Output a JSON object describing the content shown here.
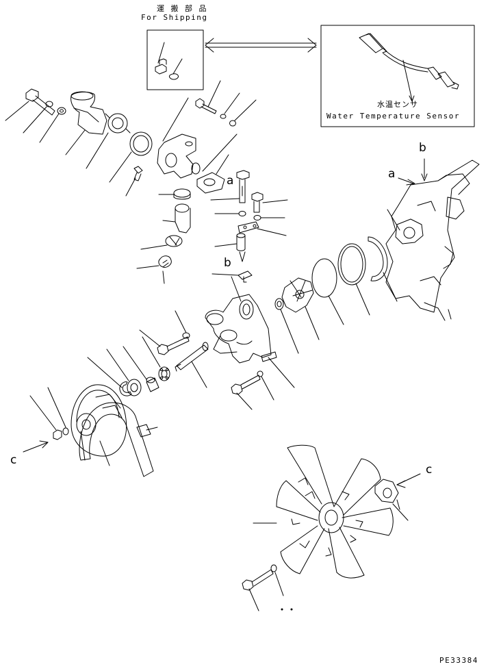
{
  "shipping_box": {
    "label_jp": "運 搬 部 品",
    "label_en": "For Shipping"
  },
  "sensor_box": {
    "label_jp": "水温センサ",
    "label_en": "Water Temperature Sensor"
  },
  "reference_letters": {
    "a_top": "a",
    "b_top": "b",
    "a_right": "a",
    "b_mid": "b",
    "c_left": "c",
    "c_right": "c"
  },
  "drawing_code": "PE33384",
  "colors": {
    "line": "#000000",
    "background": "#ffffff"
  }
}
